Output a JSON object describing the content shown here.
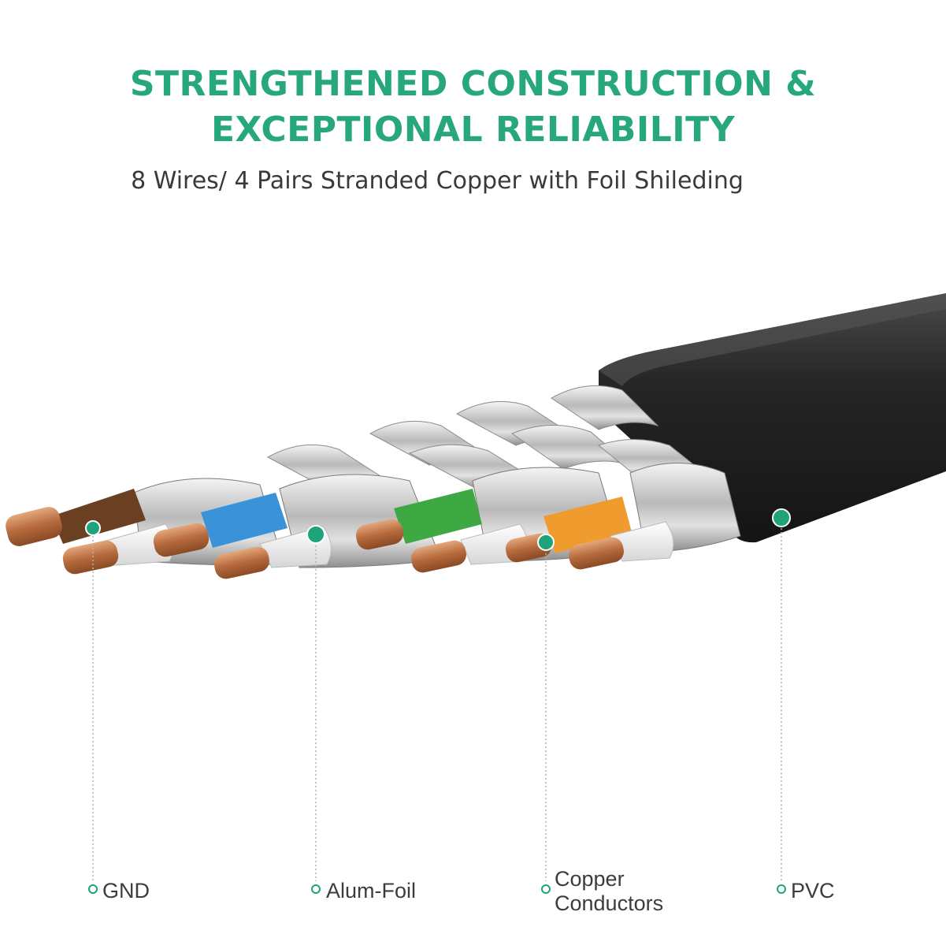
{
  "header": {
    "title_line1": "STRENGTHENED CONSTRUCTION &",
    "title_line2": "EXCEPTIONAL RELIABILITY",
    "subtitle": "8 Wires/ 4 Pairs Stranded Copper with Foil Shileding"
  },
  "labels": {
    "gnd": "GND",
    "foil": "Alum-Foil",
    "copper_line1": "Copper",
    "copper_line2": "Conductors",
    "pvc": "PVC"
  },
  "colors": {
    "accent": "#1fa37a",
    "jacket": "#262626",
    "foil": "#c8c8c8",
    "copper": "#c47a4a",
    "pair1": "#6b3f22",
    "pair2": "#3a92d8",
    "pair3": "#3ea843",
    "pair4": "#ef9b2e"
  }
}
